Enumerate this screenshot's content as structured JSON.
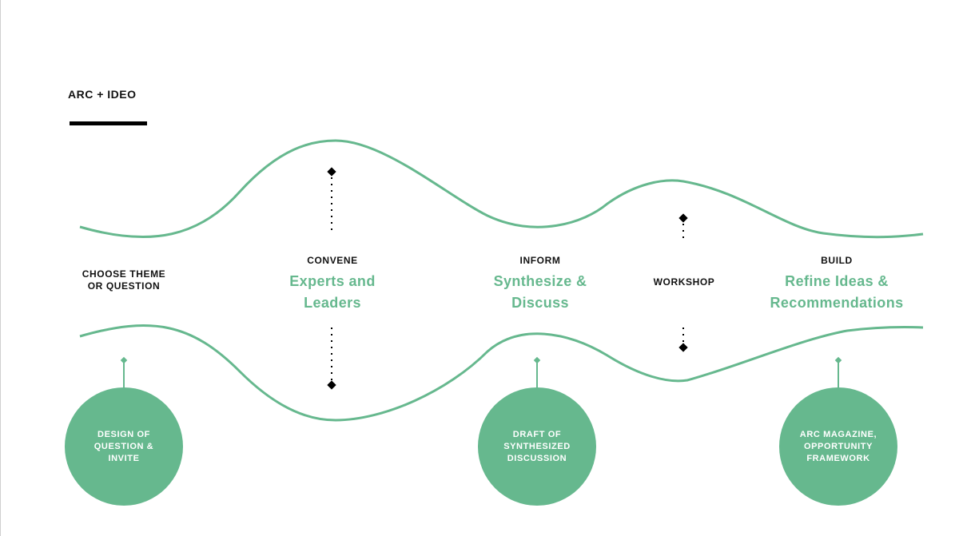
{
  "brand": {
    "title": "ARC + IDEO"
  },
  "colors": {
    "accent": "#66b88e",
    "text": "#111111",
    "background": "#ffffff"
  },
  "stages": [
    {
      "label": "CHOOSE THEME\nOR QUESTION"
    },
    {
      "label": "CONVENE",
      "title": "Experts and\nLeaders"
    },
    {
      "label": "INFORM",
      "title": "Synthesize &\nDiscuss"
    },
    {
      "label": "WORKSHOP"
    },
    {
      "label": "BUILD",
      "title": "Refine Ideas &\nRecommendations"
    }
  ],
  "deliverables": [
    {
      "text": "DESIGN OF\nQUESTION &\nINVITE"
    },
    {
      "text": "DRAFT OF\nSYNTHESIZED\nDISCUSSION"
    },
    {
      "text": "ARC MAGAZINE,\nOPPORTUNITY\nFRAMEWORK"
    }
  ]
}
